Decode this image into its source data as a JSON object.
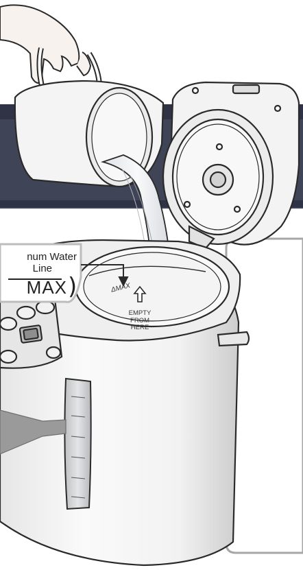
{
  "callout": {
    "line1": "num Water",
    "line2": "Line",
    "max_symbol": "MAX"
  },
  "pot_markings": {
    "max_mark": "ΔMAX",
    "empty_line1": "EMPTY",
    "empty_line2": "FROM",
    "empty_line3": "HERE"
  },
  "colors": {
    "banner": "#3f4457",
    "banner_dark": "#2f3345",
    "outline": "#2a2a2a",
    "body_fill": "#f0f0f0",
    "body_shade": "#cfcfcf",
    "water": "#e9ecef",
    "callout_box": "#bdbdbd",
    "pointer_gray": "#9a9a9a"
  }
}
